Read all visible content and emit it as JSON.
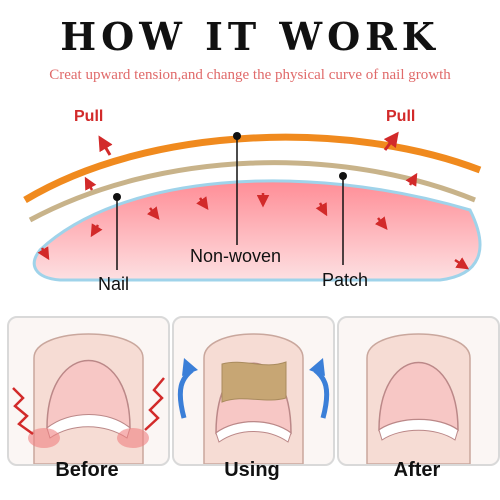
{
  "header": {
    "title": "HOW IT WORK",
    "subtitle": "Creat upward tension,and change the physical curve of nail growth"
  },
  "diagram": {
    "pull_left": "Pull",
    "pull_right": "Pull",
    "label_nonwoven": "Non-woven",
    "label_nail": "Nail",
    "label_patch": "Patch"
  },
  "panels": [
    {
      "caption": "Before"
    },
    {
      "caption": "Using"
    },
    {
      "caption": "After"
    }
  ],
  "colors": {
    "title": "#111111",
    "subtitle": "#e06a6a",
    "pull": "#d22a2a",
    "nonwoven_band": "#f08a1e",
    "patch_band": "#c8b38a",
    "nail_fill": "#f2a2a8",
    "arrow_blue": "#3b7fd8"
  }
}
